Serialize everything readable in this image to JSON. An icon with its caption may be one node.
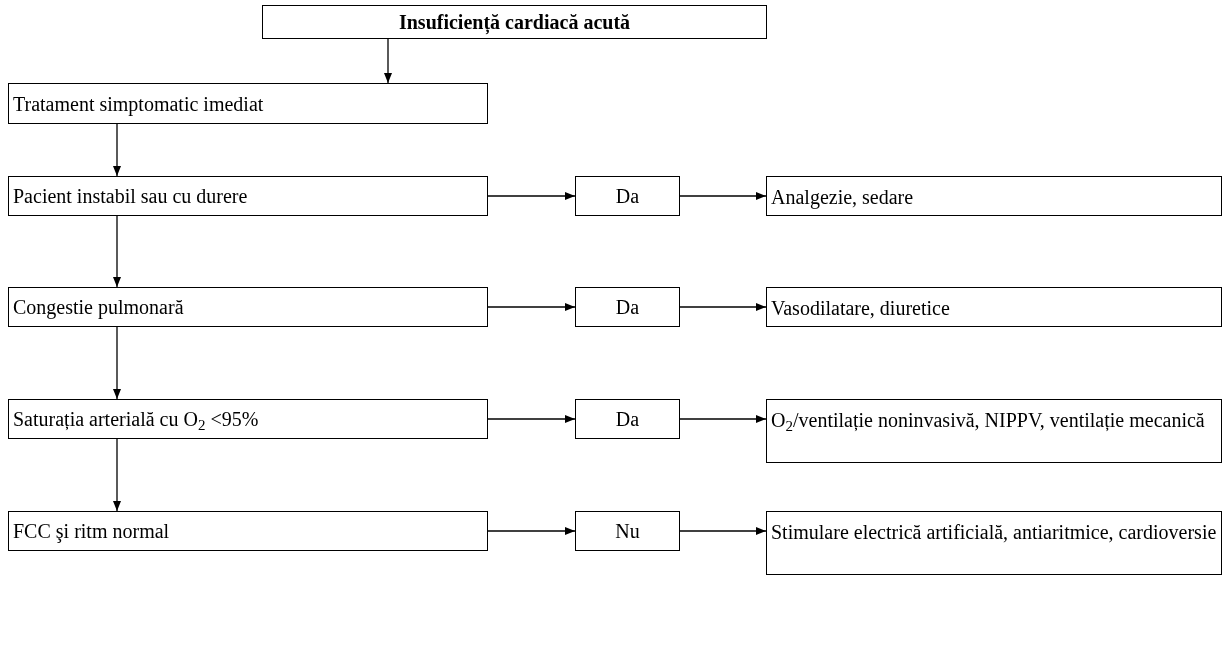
{
  "diagram": {
    "nodes": [
      {
        "text": [
          "Insuficiență cardiacă acută"
        ]
      },
      {
        "text": [
          "Tratament simptomatic imediat"
        ]
      },
      {
        "text": [
          "Pacient instabil sau cu durere"
        ]
      },
      {
        "text": [
          "Da"
        ]
      },
      {
        "text": [
          "Analgezie, sedare"
        ]
      },
      {
        "text": [
          "Congestie pulmonară"
        ]
      },
      {
        "text": [
          "Da"
        ]
      },
      {
        "text": [
          "Vasodilatare, diuretice"
        ]
      },
      {
        "text": [
          "Saturația arterială cu O$_{2}$ <95%"
        ]
      },
      {
        "text": [
          "Da"
        ]
      },
      {
        "text": [
          "O$_{2}$/ventilație noninvasivă, NIPPV, ventilație mecanică"
        ]
      },
      {
        "text": [
          "FCC şi ritm normal"
        ]
      },
      {
        "text": [
          "Nu"
        ]
      },
      {
        "text": [
          "Stimulare electrică artificială, antiaritmice, cardioversie"
        ]
      }
    ],
    "edges": [
      {
        "from": 0,
        "to": 1,
        "arrow": "to"
      },
      {
        "from": 1,
        "to": 2,
        "arrow": "to"
      },
      {
        "from": 2,
        "to": 3,
        "arrow": "to"
      },
      {
        "from": 3,
        "to": 4,
        "arrow": "to"
      },
      {
        "from": 2,
        "to": 5,
        "arrow": "to"
      },
      {
        "from": 5,
        "to": 6,
        "arrow": "to"
      },
      {
        "from": 6,
        "to": 7,
        "arrow": "to"
      },
      {
        "from": 5,
        "to": 8,
        "arrow": "to"
      },
      {
        "from": 8,
        "to": 9,
        "arrow": "to"
      },
      {
        "from": 9,
        "to": 10,
        "arrow": "to"
      },
      {
        "from": 8,
        "to": 11,
        "arrow": "to"
      },
      {
        "from": 11,
        "to": 12,
        "arrow": "to"
      },
      {
        "from": 12,
        "to": 13,
        "arrow": "to"
      }
    ]
  }
}
